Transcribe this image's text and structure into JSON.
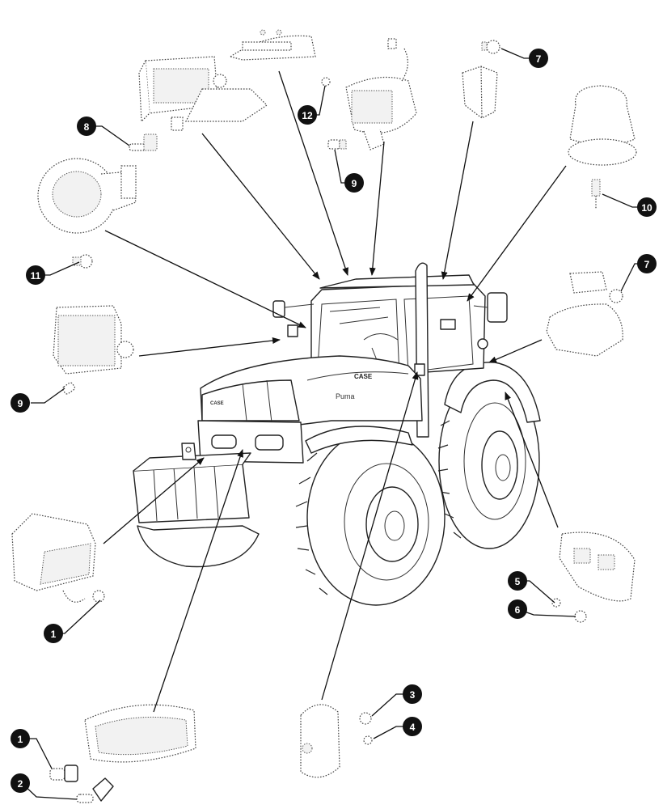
{
  "callouts": [
    {
      "label": "1"
    },
    {
      "label": "2"
    },
    {
      "label": "3"
    },
    {
      "label": "4"
    },
    {
      "label": "5"
    },
    {
      "label": "6"
    },
    {
      "label": "7"
    },
    {
      "label": "7"
    },
    {
      "label": "8"
    },
    {
      "label": "9"
    },
    {
      "label": "9"
    },
    {
      "label": "10"
    },
    {
      "label": "11"
    },
    {
      "label": "12"
    },
    {
      "label": "1"
    }
  ],
  "colors": {
    "line": "#111111",
    "badge": "#111111",
    "badge_text": "#ffffff",
    "background": "#ffffff"
  },
  "hood_logo": "CASE",
  "cab_logo": "CASE",
  "model_badge": "Puma"
}
